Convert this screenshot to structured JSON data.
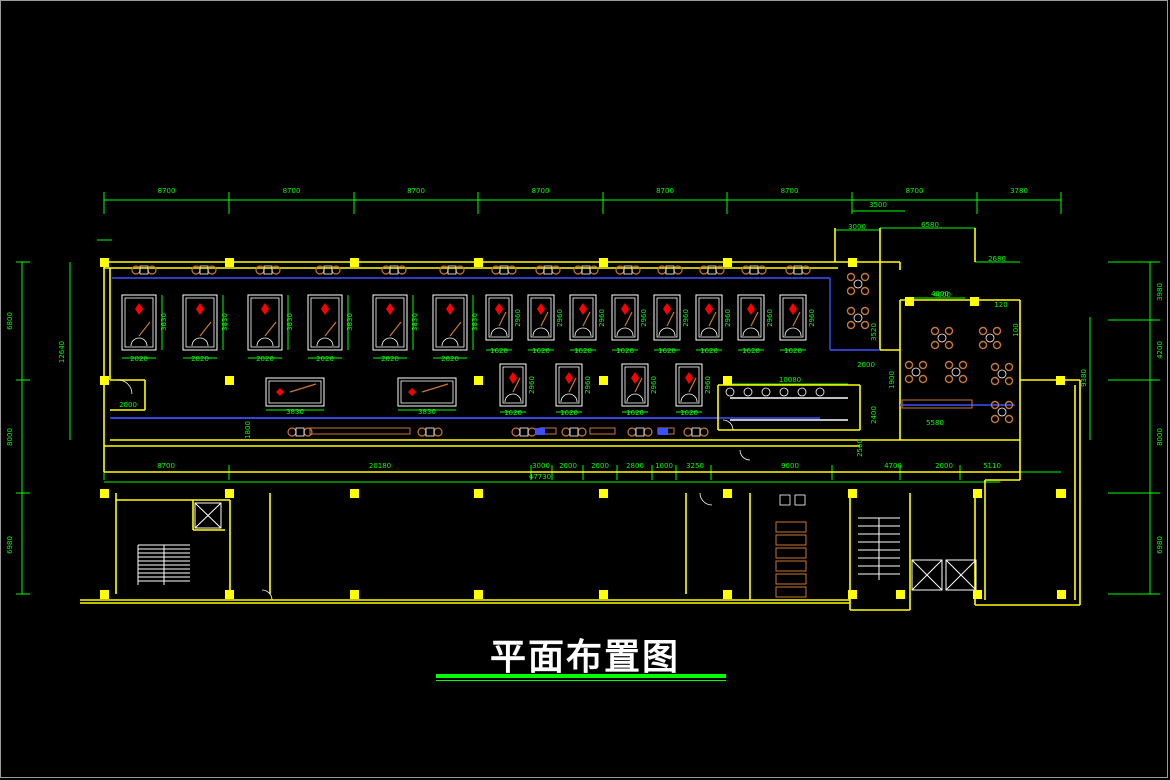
{
  "title": "平面布置图",
  "colors": {
    "background": "#000000",
    "wall": "#ffff00",
    "dimension": "#00ff00",
    "fixture": "#ffffff",
    "table_mark": "#ff0000",
    "furniture": "#c87832",
    "partition": "#3c50ff"
  },
  "top_dimensions": [
    "8700",
    "8700",
    "8700",
    "8700",
    "8700",
    "8700",
    "8700",
    "3780"
  ],
  "top_sub_dimensions": [
    "3500",
    "3000",
    "6580",
    "2680",
    "4000",
    "120"
  ],
  "large_table_dims": {
    "height": "3830",
    "width": "2020"
  },
  "small_table_dims": {
    "height": "2960",
    "width": "1620"
  },
  "mid_row_dims": {
    "row_a": "3830",
    "row_b": "2960",
    "row_b_width": "1620"
  },
  "bar_counter_dim": "10080",
  "right_area_dims": [
    "4000",
    "2000",
    "1900",
    "2400",
    "5580",
    "2560",
    "3520",
    "100"
  ],
  "bottom_dimensions": [
    "8700",
    "20180",
    "3000",
    "2000",
    "2000",
    "2800",
    "1000",
    "3250",
    "9000",
    "4700",
    "2000",
    "5110"
  ],
  "overall_dimension": "47730",
  "left_dimensions": [
    "6800",
    "12640",
    "8000",
    "6980"
  ],
  "left_small": [
    "1800",
    "2000"
  ],
  "right_dimensions": [
    "3980",
    "4200",
    "8000",
    "6980",
    "9380"
  ]
}
